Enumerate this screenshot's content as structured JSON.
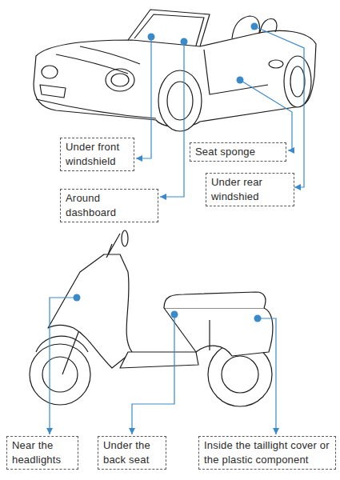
{
  "diagram": {
    "nodes": [
      {
        "text": [
          "Under front windshield"
        ]
      },
      {
        "text": [
          "Seat sponge"
        ]
      },
      {
        "text": [
          "Under rear windshied"
        ]
      },
      {
        "text": [
          "Around dashboard"
        ]
      },
      {
        "text": [
          "Near the headlights"
        ]
      },
      {
        "text": [
          "Under the back seat"
        ]
      },
      {
        "text": [
          "Inside the taillight cover or the plastic component"
        ]
      }
    ],
    "edges": []
  }
}
